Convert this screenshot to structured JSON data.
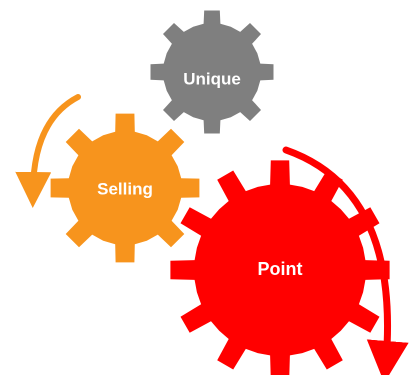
{
  "diagram": {
    "gears": [
      {
        "label": "Unique",
        "color": "#7f7f7f"
      },
      {
        "label": "Selling",
        "color": "#f7941d"
      },
      {
        "label": "Point",
        "color": "#ff0000"
      }
    ],
    "arrows": [
      {
        "color": "#f7941d",
        "direction": "counter-clockwise"
      },
      {
        "color": "#ff0000",
        "direction": "clockwise"
      }
    ]
  }
}
